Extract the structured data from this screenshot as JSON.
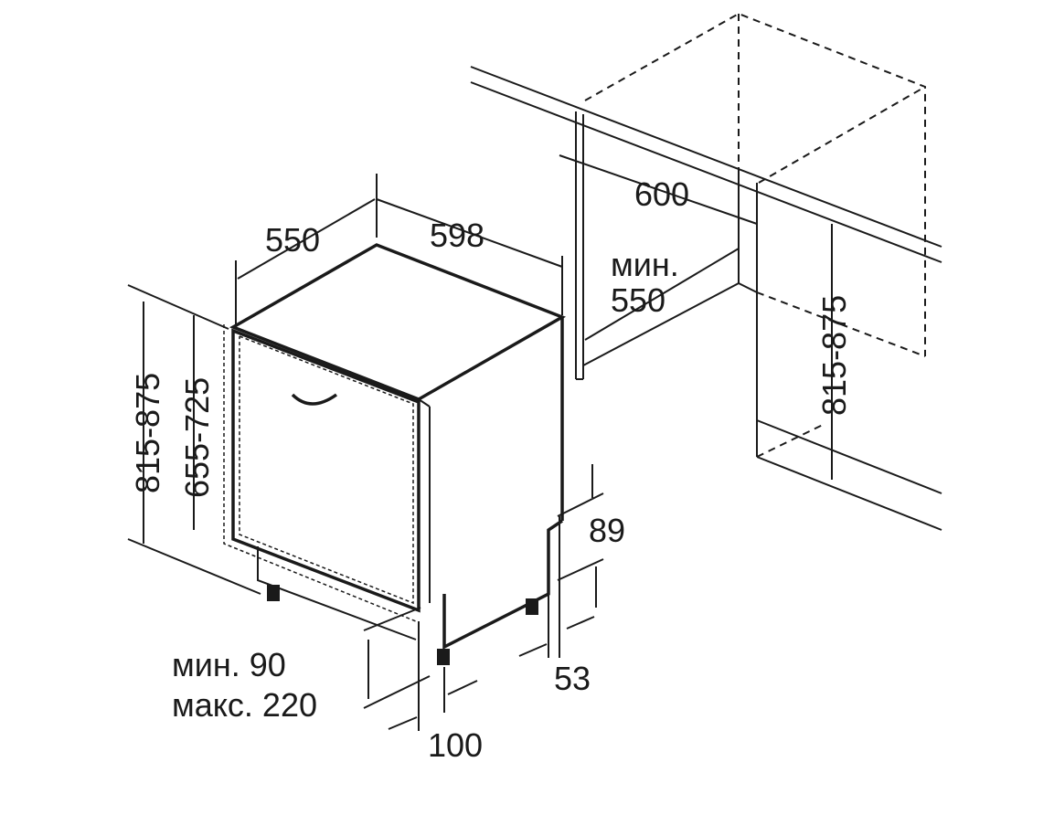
{
  "diagram": {
    "dimensions": {
      "depth": "550",
      "width": "598",
      "niche_width": "600",
      "niche_depth_label": "мин.",
      "niche_depth": "550",
      "niche_height": "815-875",
      "height": "815-875",
      "door_height": "655-725",
      "plinth_recess_top": "89",
      "plinth_recess_bottom": "53",
      "plinth_min": "мин. 90",
      "plinth_max": "макс. 220",
      "foot_offset": "100"
    },
    "line_color": "#1a1a1a"
  }
}
